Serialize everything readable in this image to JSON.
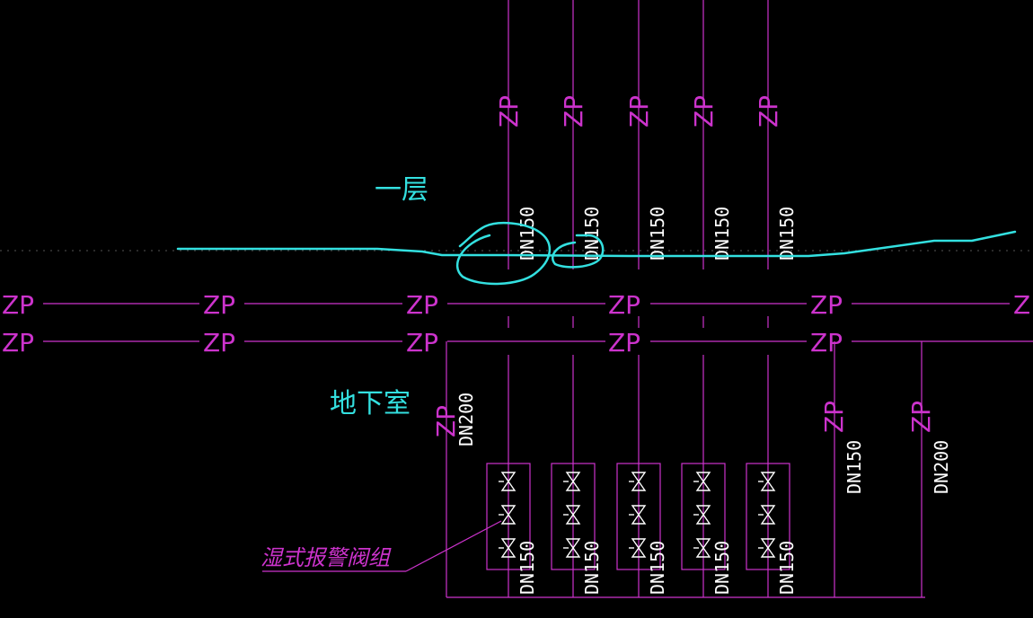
{
  "floor_labels": {
    "first_floor": "一层",
    "basement": "地下室"
  },
  "pipe_code": "ZP",
  "dn_labels": {
    "riser": "DN150",
    "branch_valve": "DN150",
    "outlet_left": "DN200",
    "outlet_mid": "DN150",
    "outlet_right": "DN200"
  },
  "callout_label": "湿式报警阀组",
  "colors": {
    "pipe": "#cc33cc",
    "dimension_text": "#ffffff",
    "annotation": "#33e0e0",
    "background": "#000000"
  }
}
